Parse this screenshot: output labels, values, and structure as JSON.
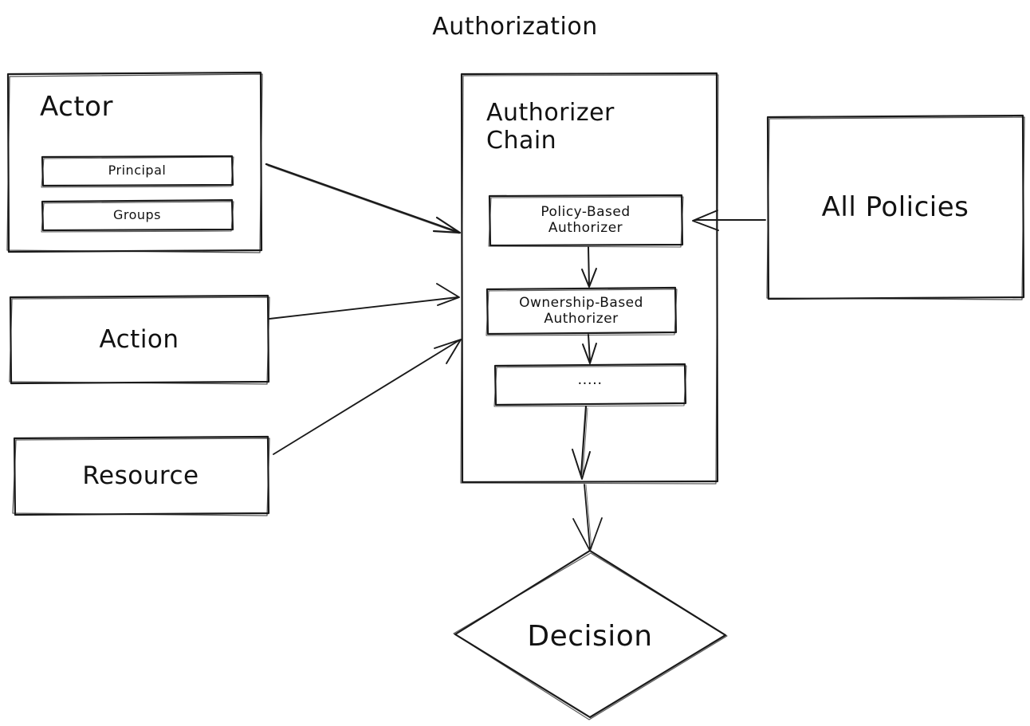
{
  "diagram": {
    "title": "Authorization",
    "style": "hand-drawn sketch",
    "stroke_color": "#1a1a1a",
    "fill_color": "#ffffff",
    "background": "#ffffff"
  },
  "nodes": {
    "actor": {
      "label": "Actor",
      "shape": "rectangle",
      "children": {
        "principal": {
          "label": "Principal",
          "shape": "rectangle"
        },
        "groups": {
          "label": "Groups",
          "shape": "rectangle"
        }
      }
    },
    "action": {
      "label": "Action",
      "shape": "rectangle"
    },
    "resource": {
      "label": "Resource",
      "shape": "rectangle"
    },
    "authorizer_chain": {
      "label": "Authorizer\nChain",
      "shape": "rectangle",
      "children": {
        "policy_based": {
          "label": "Policy-Based\nAuthorizer",
          "shape": "rectangle"
        },
        "ownership_based": {
          "label": "Ownership-Based\nAuthorizer",
          "shape": "rectangle"
        },
        "ellipsis": {
          "label": "·····",
          "shape": "rectangle"
        }
      }
    },
    "all_policies": {
      "label": "All Policies",
      "shape": "rectangle"
    },
    "decision": {
      "label": "Decision",
      "shape": "diamond"
    }
  },
  "edges": [
    {
      "from": "actor",
      "to": "authorizer_chain",
      "arrow": "to",
      "label": ""
    },
    {
      "from": "action",
      "to": "authorizer_chain",
      "arrow": "to",
      "label": ""
    },
    {
      "from": "resource",
      "to": "authorizer_chain",
      "arrow": "to",
      "label": ""
    },
    {
      "from": "all_policies",
      "to": "policy_based",
      "arrow": "to",
      "label": ""
    },
    {
      "from": "policy_based",
      "to": "ownership_based",
      "arrow": "to",
      "label": ""
    },
    {
      "from": "ownership_based",
      "to": "ellipsis",
      "arrow": "to",
      "label": ""
    },
    {
      "from": "ellipsis",
      "to": "authorizer_chain_exit",
      "arrow": "to",
      "label": ""
    },
    {
      "from": "authorizer_chain",
      "to": "decision",
      "arrow": "to",
      "label": ""
    }
  ]
}
